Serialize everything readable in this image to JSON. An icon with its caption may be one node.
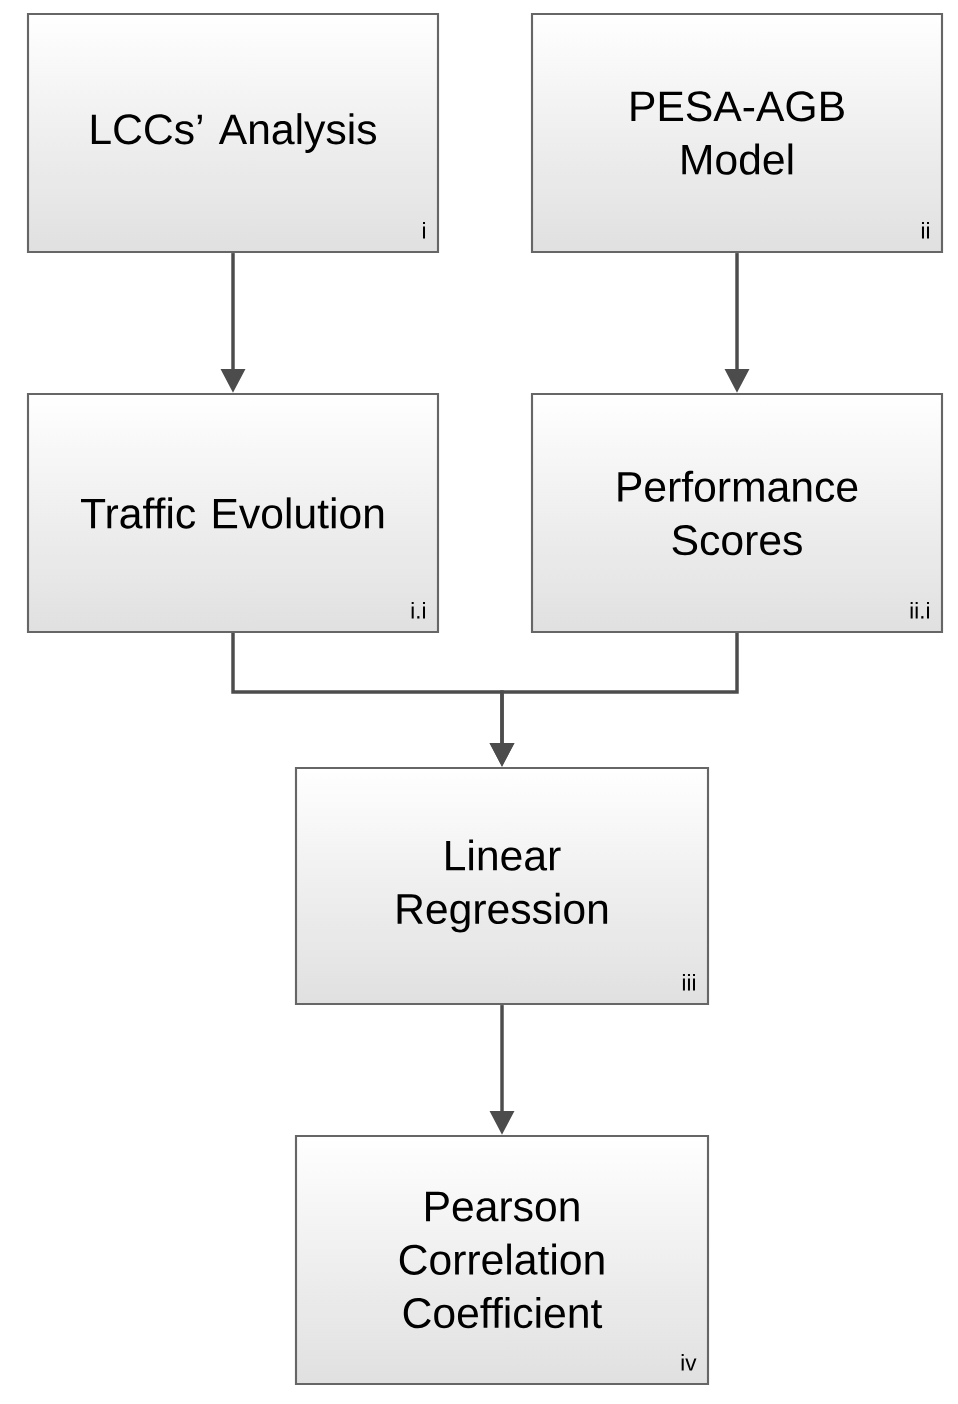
{
  "diagram": {
    "nodes": [
      {
        "text": [
          "LCCs’ Analysis",
          "i"
        ]
      },
      {
        "text": [
          "PESA-AGB Model",
          "ii"
        ]
      },
      {
        "text": [
          "Traffic Evolution",
          "i.i"
        ]
      },
      {
        "text": [
          "Performance Scores",
          "ii.i"
        ]
      },
      {
        "text": [
          "Linear Regression",
          "iii"
        ]
      },
      {
        "text": [
          "Pearson Correlation Coefficient",
          "iv"
        ]
      }
    ],
    "edges": [
      {
        "from": 0,
        "to": 2,
        "arrow": "to"
      },
      {
        "from": 1,
        "to": 3,
        "arrow": "to"
      },
      {
        "from": 2,
        "to": 4,
        "arrow": "to"
      },
      {
        "from": 3,
        "to": 4,
        "arrow": "to"
      },
      {
        "from": 4,
        "to": 5,
        "arrow": "to"
      }
    ]
  }
}
